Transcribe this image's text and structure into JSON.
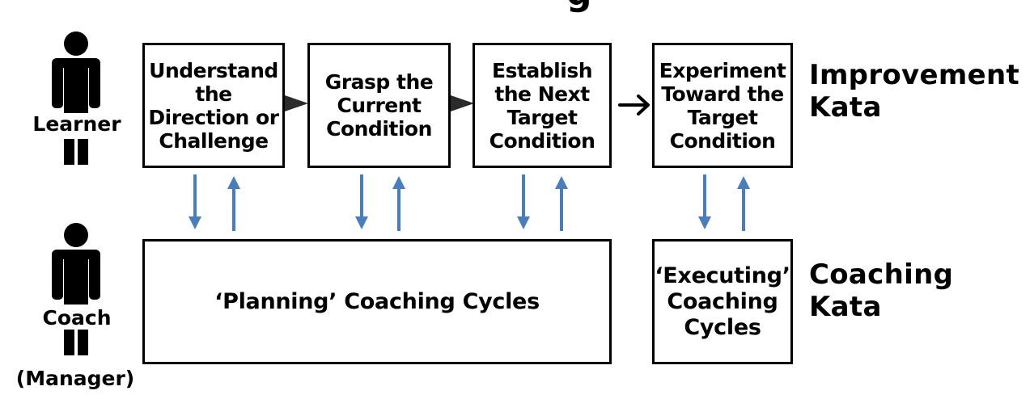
{
  "header": {
    "fragment": "g"
  },
  "people": {
    "learner_label": "Learner",
    "coach_label": "Coach",
    "manager_label": "(Manager)"
  },
  "improvement": {
    "steps": [
      {
        "label": "Understand\nthe\nDirection or\nChallenge"
      },
      {
        "label": "Grasp the\nCurrent\nCondition"
      },
      {
        "label": "Establish\nthe Next\nTarget\nCondition"
      },
      {
        "label": "Experiment\nToward the\nTarget\nCondition"
      }
    ],
    "side_label": "Improvement\nKata"
  },
  "coaching": {
    "planning_label": "‘Planning’ Coaching Cycles",
    "executing_label": "‘Executing’\nCoaching\nCycles",
    "side_label": "Coaching\nKata"
  },
  "colors": {
    "arrow_blue": "#4a7ebb",
    "stroke": "#000000"
  },
  "icons": {
    "person": "person-icon",
    "flow_arrow": "triangle-right-icon"
  }
}
